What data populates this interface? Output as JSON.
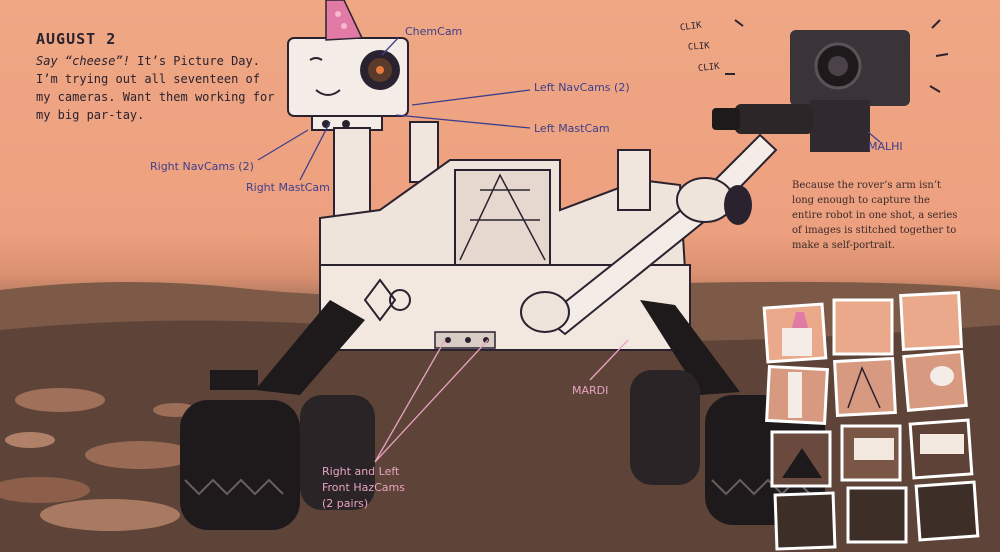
{
  "journal": {
    "date": "AUGUST 2",
    "entry_em": "Say “cheese”!",
    "entry_rest": " It’s Picture Day. I’m trying out all seventeen of my cameras. Want them working for my big par-tay."
  },
  "labels": {
    "chemcam": "ChemCam",
    "left_navcams": "Left NavCams (2)",
    "left_mastcam": "Left MastCam",
    "right_navcams": "Right NavCams (2)",
    "right_mastcam": "Right MastCam",
    "malhi": "MALHI",
    "mardi": "MARDI",
    "hazcams_1": "Right and Left",
    "hazcams_2": "Front HazCams",
    "hazcams_3": "(2 pairs)"
  },
  "sounds": [
    "CLIK",
    "CLIK",
    "CLIK"
  ],
  "caption": "Because the rover’s arm isn’t long enough to capture the entire robot in one shot, a series of images is stitched together to make a self-portrait.",
  "colors": {
    "sky": "#efa784",
    "label_blue": "#3e3f8c",
    "label_pink": "#e8a3c4",
    "rover_white": "#f4ece6",
    "wheel_black": "#1e1a1c"
  }
}
